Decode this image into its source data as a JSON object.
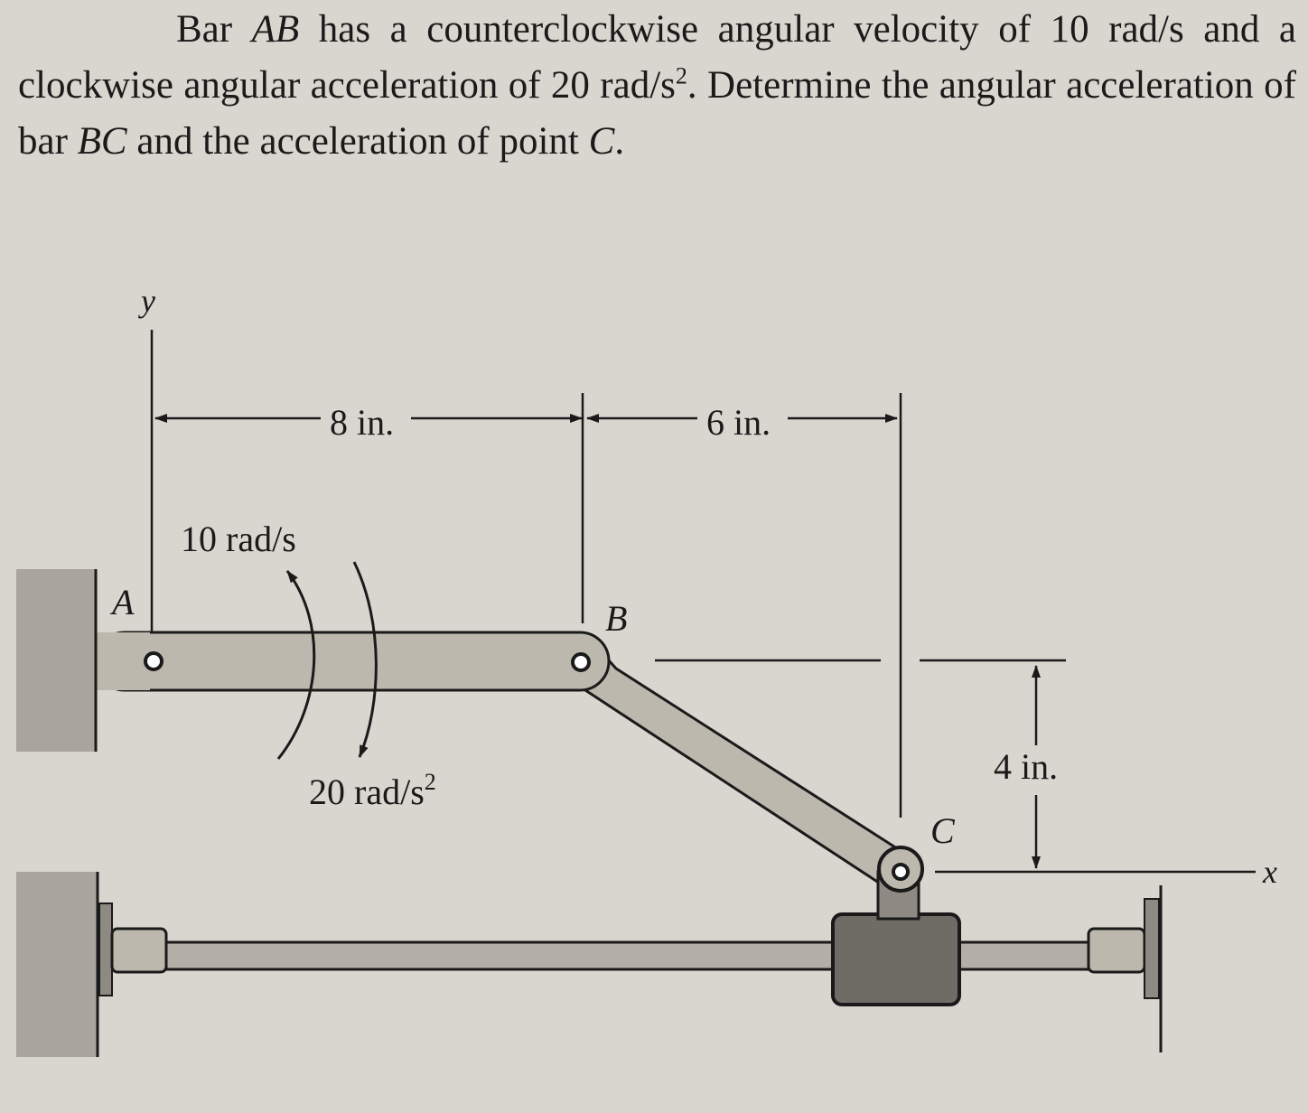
{
  "problem": {
    "part1": "Bar ",
    "bar_ab": "AB",
    "part2": " has a counterclockwise angular velocity of 10 rad/s and a clockwise angular acceleration of 20 rad/s",
    "exp": "2",
    "part3": ". Determine the angular acceleration of bar ",
    "bar_bc": "BC",
    "part4": " and the acceleration of point ",
    "point_c": "C",
    "part5": "."
  },
  "diagram": {
    "axis_y": "y",
    "axis_x": "x",
    "point_a": "A",
    "point_b": "B",
    "point_c": "C",
    "dim_ab": "8 in.",
    "dim_bc_horizontal": "6 in.",
    "dim_vertical": "4 in.",
    "omega_label": "10 rad/s",
    "alpha_label_base": "20 rad/s",
    "alpha_label_exp": "2"
  },
  "colors": {
    "background": "#d9d6cf",
    "bar_fill": "#bdb8ae",
    "ink": "#1a1a1a",
    "wall": "#a9a59d"
  }
}
